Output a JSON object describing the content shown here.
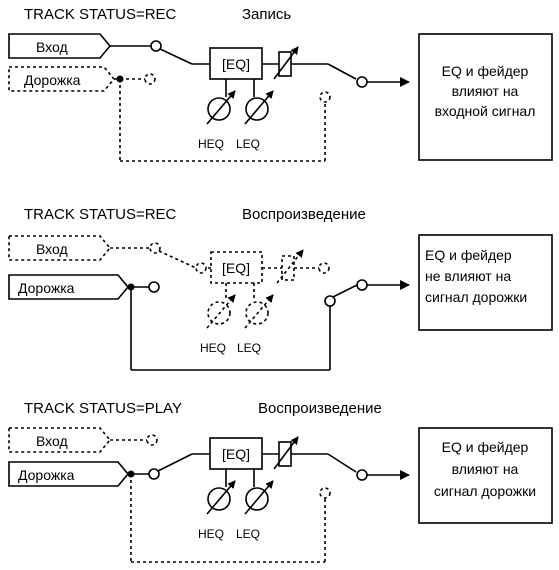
{
  "labels": {
    "input": "Вход",
    "track": "Дорожка",
    "eq": "[EQ]",
    "heq": "HEQ",
    "leq": "LEQ"
  },
  "diagrams": [
    {
      "status": "TRACK STATUS=REC",
      "mode": "Запись",
      "result": [
        "EQ и фейдер",
        "влияют на",
        "входной сигнал"
      ]
    },
    {
      "status": "TRACK STATUS=REC",
      "mode": "Воспроизведение",
      "result": [
        "EQ и фейдер",
        "не влияют на",
        "сигнал дорожки"
      ]
    },
    {
      "status": "TRACK STATUS=PLAY",
      "mode": "Воспроизведение",
      "result": [
        "EQ и фейдер",
        "влияют на",
        "сигнал дорожки"
      ]
    }
  ]
}
